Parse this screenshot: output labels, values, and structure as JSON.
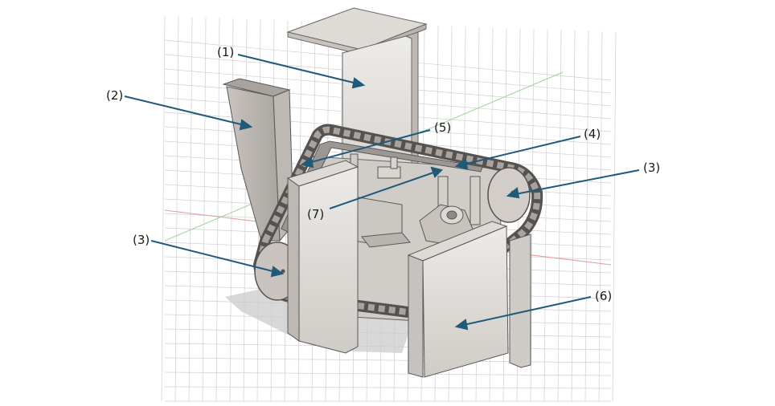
{
  "colors": {
    "background": "#ffffff",
    "grid": "#cfcfcf",
    "x_axis": "#e07a7a",
    "y_axis": "#8fd08f",
    "body_light": "#e6e3df",
    "body_mid": "#d6d2cd",
    "body_dark": "#b8b3ae",
    "edge": "#5a5856",
    "chain": "#6e6b68",
    "leader": "#1e5a7a",
    "shadow": "#c4c4c4"
  },
  "callouts": [
    {
      "id": "c1",
      "label": "(1)"
    },
    {
      "id": "c2",
      "label": "(2)"
    },
    {
      "id": "c3a",
      "label": "(3)"
    },
    {
      "id": "c3b",
      "label": "(3)"
    },
    {
      "id": "c4",
      "label": "(4)"
    },
    {
      "id": "c5",
      "label": "(5)"
    },
    {
      "id": "c6",
      "label": "(6)"
    },
    {
      "id": "c7",
      "label": "(7)"
    }
  ]
}
